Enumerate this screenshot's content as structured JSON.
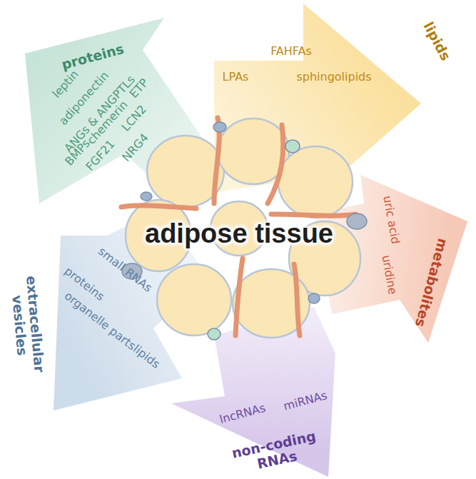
{
  "diagram": {
    "nodes": [
      {
        "text": [
          "adipose tissue"
        ]
      },
      {
        "text": [
          "proteins",
          "leptin",
          "adiponectin",
          "ANGs & ANGPTLs",
          "BMPs",
          "chemerin",
          "ETP",
          "FGF21",
          "LCN2",
          "NRG4"
        ]
      },
      {
        "text": [
          "lipids",
          "FAHFAs",
          "LPAs",
          "sphingolipids"
        ]
      },
      {
        "text": [
          "metabolites",
          "uric acid",
          "uridine"
        ]
      },
      {
        "text": [
          "non-coding RNAs",
          "lncRNAs",
          "miRNAs"
        ]
      },
      {
        "text": [
          "extracellular vesicles",
          "small RNAs",
          "proteins",
          "organelle parts",
          "lipids"
        ]
      }
    ]
  }
}
